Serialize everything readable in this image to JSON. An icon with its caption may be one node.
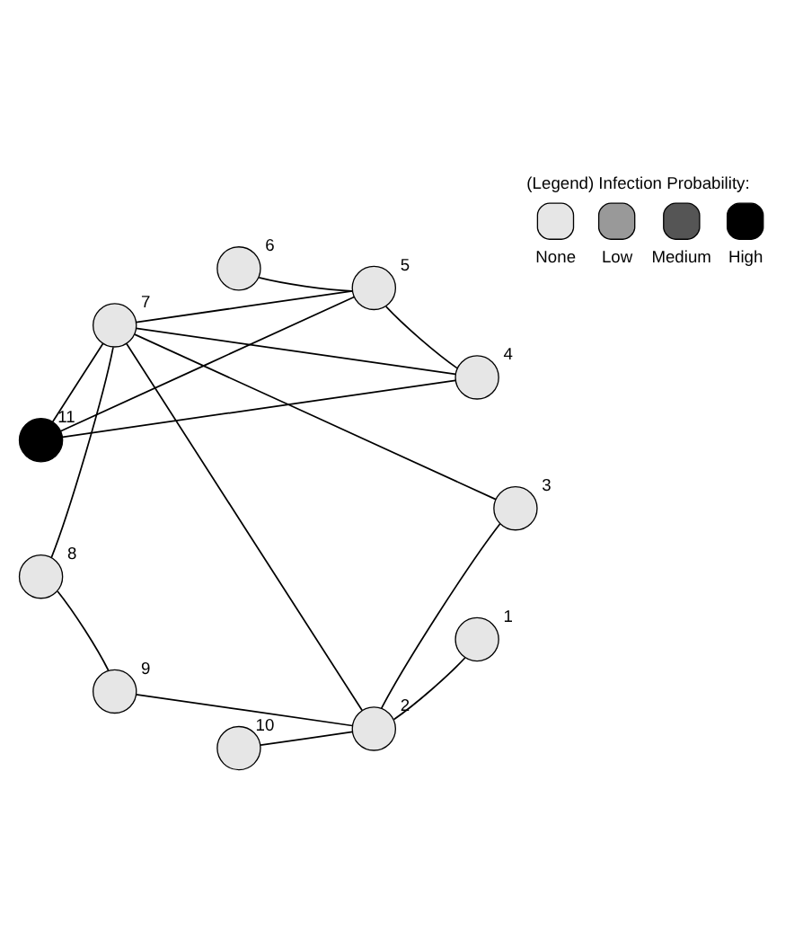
{
  "diagram": {
    "nodes": [
      {
        "text": [],
        "shape": "circle",
        "beside": [
          "1"
        ]
      },
      {
        "text": [],
        "shape": "circle",
        "beside": [
          "2"
        ]
      },
      {
        "text": [],
        "shape": "circle",
        "beside": [
          "3"
        ]
      },
      {
        "text": [],
        "shape": "circle",
        "beside": [
          "4"
        ]
      },
      {
        "text": [],
        "shape": "circle",
        "beside": [
          "5"
        ]
      },
      {
        "text": [],
        "shape": "circle",
        "beside": [
          "6"
        ]
      },
      {
        "text": [],
        "shape": "circle",
        "beside": [
          "7"
        ]
      },
      {
        "text": [],
        "shape": "circle",
        "beside": [
          "8"
        ]
      },
      {
        "text": [],
        "shape": "circle",
        "beside": [
          "9"
        ]
      },
      {
        "text": [],
        "shape": "circle",
        "beside": [
          "10"
        ]
      },
      {
        "text": [],
        "shape": "circle",
        "beside": [
          "11"
        ]
      }
    ],
    "edges": [
      {
        "from": 1,
        "to": 0,
        "arrow": "none"
      },
      {
        "from": 2,
        "to": 1,
        "arrow": "none"
      },
      {
        "from": 4,
        "to": 3,
        "arrow": "none"
      },
      {
        "from": 4,
        "to": 5,
        "arrow": "none"
      },
      {
        "from": 4,
        "to": 6,
        "arrow": "none"
      },
      {
        "from": 4,
        "to": 10,
        "arrow": "none"
      },
      {
        "from": 3,
        "to": 6,
        "arrow": "none"
      },
      {
        "from": 3,
        "to": 10,
        "arrow": "none"
      },
      {
        "from": 2,
        "to": 6,
        "arrow": "none"
      },
      {
        "from": 1,
        "to": 6,
        "arrow": "none"
      },
      {
        "from": 1,
        "to": 8,
        "arrow": "none"
      },
      {
        "from": 1,
        "to": 9,
        "arrow": "none"
      },
      {
        "from": 6,
        "to": 10,
        "arrow": "none"
      },
      {
        "from": 6,
        "to": 7,
        "arrow": "none"
      },
      {
        "from": 7,
        "to": 8,
        "arrow": "none"
      }
    ],
    "labels": [
      "(Legend) Infection Probability:"
    ],
    "legend": [
      {
        "text": "None",
        "color": "#e6e6e6"
      },
      {
        "text": "Low",
        "color": "#999999"
      },
      {
        "text": "Medium",
        "color": "#555555"
      },
      {
        "text": "High",
        "color": "#000000"
      }
    ]
  }
}
